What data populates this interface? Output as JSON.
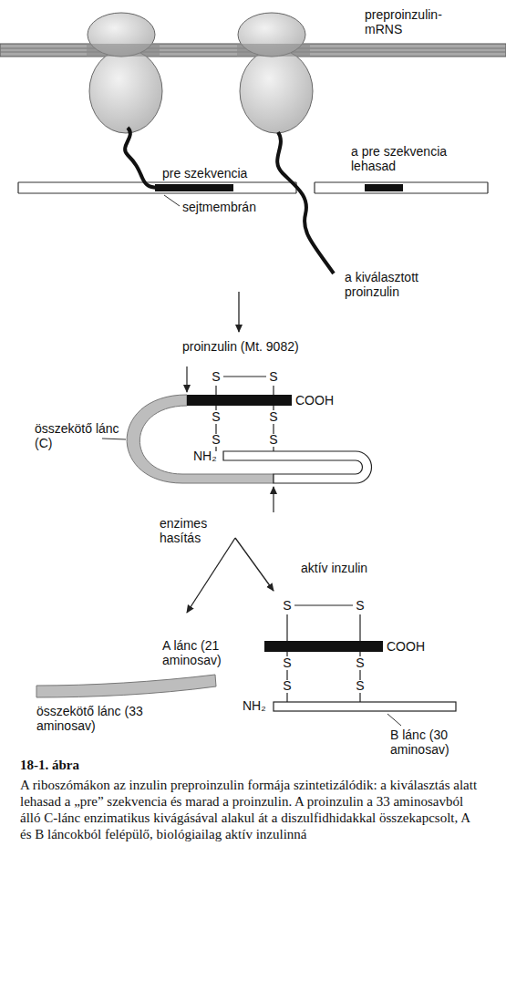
{
  "diagram": {
    "title": "18-1. ábra",
    "caption": "A riboszómákon az inzulin preproinzulin formája szintetizálódik: a kiválasztás alatt lehasad a „pre” szekvencia és marad a proinzulin. A proinzulin a 33 aminosavból álló C-lánc enzimatikus kivágásával alakul át a diszulfidhidakkal összekapcsolt, A és B láncokból felépülő, biológiailag aktív inzulinná",
    "labels": [
      "preproinzulin-mRNS",
      "pre szekvencia",
      "a pre szekvencia lehasad",
      "sejtmembrán",
      "a kiválasztott proinzulin",
      "proinzulin (Mt. 9082)",
      "S",
      "S",
      "COOH",
      "S",
      "S",
      "S",
      "S",
      "összekötő lánc (C)",
      "NH₂",
      "enzimes hasítás",
      "aktív inzulin",
      "S",
      "S",
      "COOH",
      "A lánc (21 aminosav)",
      "S",
      "S",
      "S",
      "S",
      "NH₂",
      "összekötő lánc (33 aminosav)",
      "B lánc (30 aminosav)"
    ]
  }
}
